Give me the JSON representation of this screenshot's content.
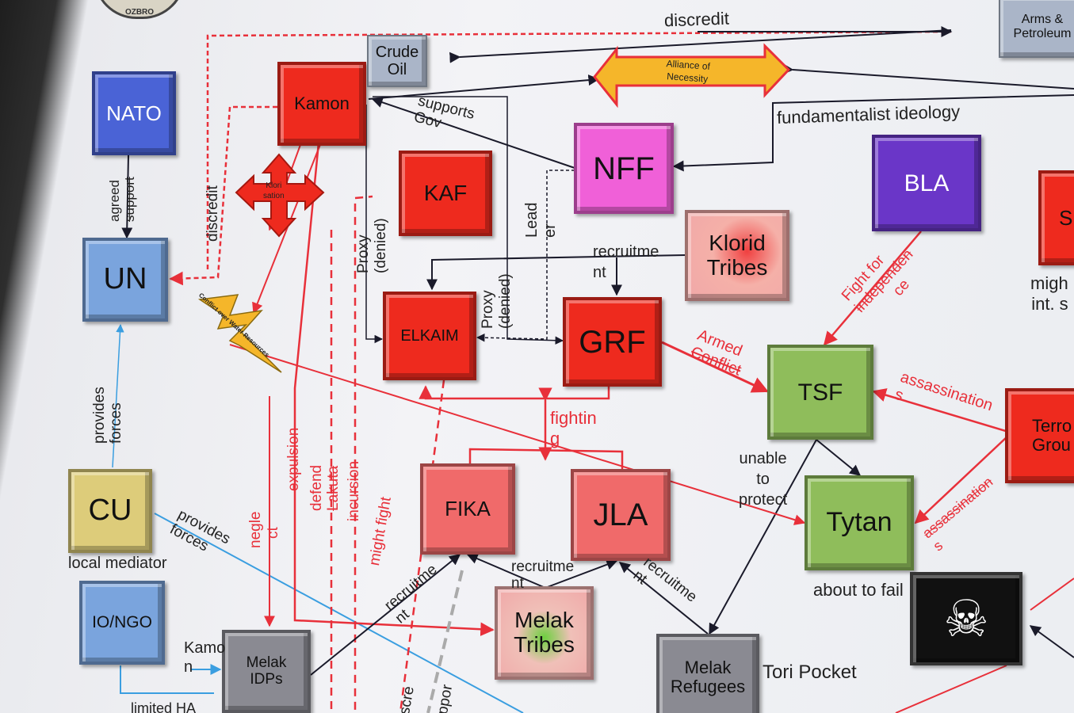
{
  "header": {
    "seal_text": "OZBRO"
  },
  "nodes": {
    "nato": "NATO",
    "un": "UN",
    "cu": "CU",
    "io_ngo": "IO/NGO",
    "melak_idps_1": "Melak",
    "melak_idps_2": "IDPs",
    "kamon": "Kamon",
    "crude_oil_1": "Crude",
    "crude_oil_2": "Oil",
    "kloridisation_1": "Klori",
    "kloridisation_2": "sation",
    "alliance_1": "Alliance of",
    "alliance_2": "Necessity",
    "kaf": "KAF",
    "nff": "NFF",
    "bla": "BLA",
    "arms_1": "Arms &",
    "arms_2": "Petroleum",
    "klorid_tribes_1": "Klorid",
    "klorid_tribes_2": "Tribes",
    "elkaim": "ELKAIM",
    "grf": "GRF",
    "tsf": "TSF",
    "tytan": "Tytan",
    "fika": "FIKA",
    "jla": "JLA",
    "melak_tribes_1": "Melak",
    "melak_tribes_2": "Tribes",
    "melak_refugees_1": "Melak",
    "melak_refugees_2": "Refugees",
    "terror_1": "Terro",
    "terror_2": "Grou",
    "right_partial": "S",
    "water_conflict": "Conflict over Water Resources"
  },
  "edge_labels": {
    "discredit_top": "discredit",
    "discredit_left": "discredit",
    "agreed_support_1": "agreed",
    "agreed_support_2": "support",
    "provides_forces_un_1": "provides",
    "provides_forces_un_2": "forces",
    "provides_forces_cu_1": "provides",
    "provides_forces_cu_2": "forces",
    "local_mediator": "local mediator",
    "kamon_1": "Kamo",
    "kamon_2": "n",
    "limited_ha": "limited HA",
    "supports_gov_1": "supports",
    "supports_gov_2": "Gov",
    "fundamentalist": "fundamentalist ideology",
    "proxy_denied_1a": "Proxy",
    "proxy_denied_1b": "(denied)",
    "proxy_denied_2a": "Proxy",
    "proxy_denied_2b": "(denied)",
    "leader_1": "Lead",
    "leader_2": "er",
    "recruitment_top_1": "recruitme",
    "recruitment_top_2": "nt",
    "fight_indep_1": "Fight for",
    "fight_indep_2": "independen",
    "fight_indep_3": "ce",
    "might_1": "migh",
    "might_2": "int. s",
    "armed_conflict_1": "Armed",
    "armed_conflict_2": "Conflict",
    "assassination_1a": "assassination",
    "assassination_1b": "s",
    "assassination_2a": "assassination",
    "assassination_2b": "s",
    "fighting_1": "fightin",
    "fighting_2": "g",
    "unable_1": "unable",
    "unable_2": "to",
    "unable_3": "protect",
    "about_to_fail": "about to fail",
    "tori_pocket": "Tori Pocket",
    "expulsion": "expulsion",
    "defend_lakuta_1": "defend",
    "defend_lakuta_2": "Lakuta",
    "incursion": "incursion",
    "might_fight": "might fight",
    "neglect_1": "negle",
    "neglect_2": "ct",
    "recruitment_fika_1": "recruitme",
    "recruitment_fika_2": "nt",
    "recruitment_mid_1": "recruitme",
    "recruitment_mid_2": "nt",
    "recruitment_jla_1": "recruitme",
    "recruitment_jla_2": "nt",
    "bottom_partial_1": "scre",
    "bottom_partial_2": "ppor"
  },
  "colors": {
    "red_node": "#ee2a1e",
    "pink_node": "#f06a6a",
    "blue_node": "#4a63d6",
    "light_blue_node": "#7aa4dd",
    "green_node": "#8fbd5b",
    "purple_node": "#6a36c8",
    "magenta_node": "#f060d8",
    "gray_node": "#8a8a92",
    "khaki_node": "#ddcc7a",
    "red_edge": "#e8303a",
    "blue_edge": "#3a9ee0",
    "dark_edge": "#1a1a2a"
  }
}
